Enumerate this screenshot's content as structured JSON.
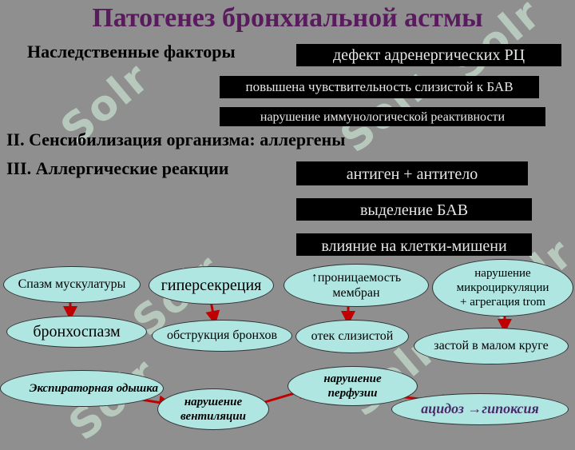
{
  "title": "Патогенез бронхиальной астмы",
  "headings": {
    "heredity": "Наследственные факторы",
    "sensitization": "II. Сенсибилизация организма: аллергены",
    "allergic": "III. Аллергические реакции"
  },
  "heredity_items": [
    "дефект адренергических РЦ",
    "повышена чувствительность слизистой к БАВ",
    "нарушение иммунологической реактивности"
  ],
  "allergic_items": [
    "антиген + антитело",
    "выделение БАВ",
    "влияние на клетки-мишени"
  ],
  "effects": {
    "spasm": "Спазм мускулатуры",
    "bronchospasm": "бронхоспазм",
    "hypersecretion": "гиперсекреция",
    "obstruction": "обструкция бронхов",
    "permeability_1": "↑проницаемость",
    "permeability_2": "мембран",
    "edema": "отек слизистой",
    "microcirc_1": "нарушение",
    "microcirc_2": "микроциркуляции",
    "microcirc_3": "+ агрегация trom",
    "stasis": "застой в малом круге"
  },
  "outcomes": {
    "dyspnea": "Экспираторная одышка",
    "ventilation_1": "нарушение",
    "ventilation_2": "вентиляции",
    "perfusion_1": "нарушение",
    "perfusion_2": "перфузии",
    "acidosis": "ацидоз →гипоксия"
  },
  "watermark": "Solr",
  "colors": {
    "title": "#5a1a5e",
    "background": "#8f8f8f",
    "ellipse_fill": "#b0e6e2",
    "arrow": "#c00000",
    "bar": "#000000"
  }
}
